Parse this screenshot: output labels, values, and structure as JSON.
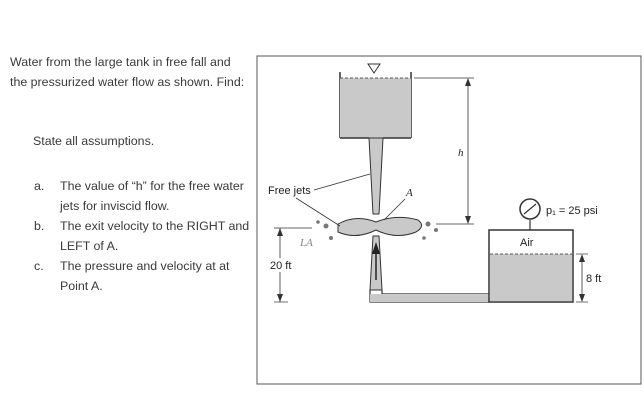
{
  "problem": {
    "intro": "Water from the large tank in free fall and the pressurized water flow as shown. Find:",
    "assumptions": "State all assumptions.",
    "questions": [
      {
        "label": "a.",
        "text": "The value of “h” for the free water jets for inviscid flow."
      },
      {
        "label": "b.",
        "text": "The exit velocity to the RIGHT and LEFT of A."
      },
      {
        "label": "c.",
        "text": "The pressure and velocity at at Point A."
      }
    ]
  },
  "figure": {
    "free_jets_label": "Free jets",
    "h_label": "h",
    "point_label": "A",
    "pressure_label": "p₁ = 25 psi",
    "air_label": "Air",
    "height_20": "20 ft",
    "height_8": "8 ft",
    "water_tag": "LA",
    "colors": {
      "water": "#c9c9c9",
      "line": "#333333"
    }
  }
}
